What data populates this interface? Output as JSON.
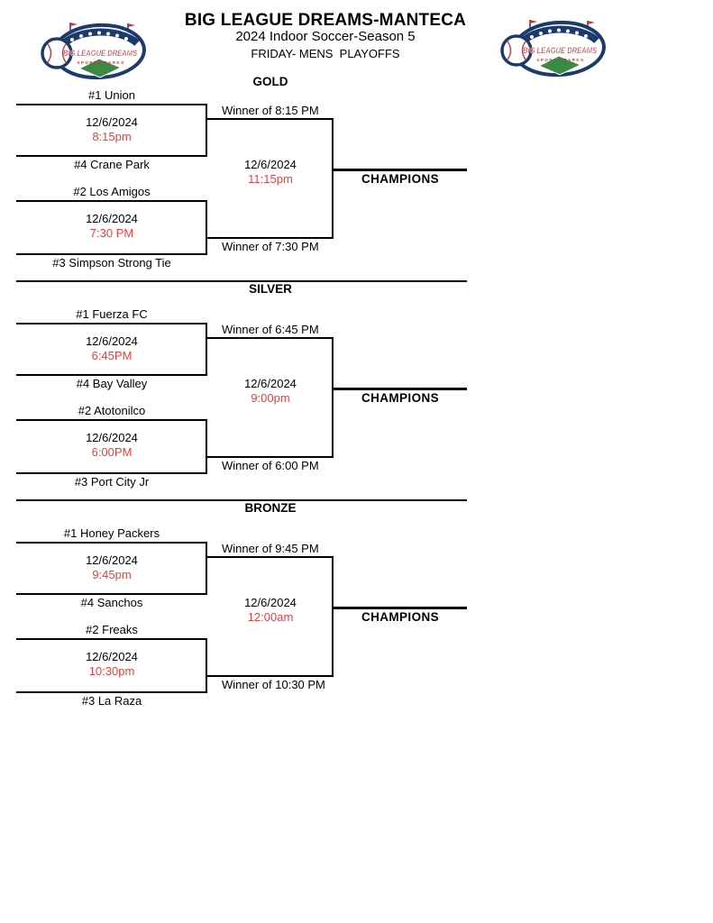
{
  "header": {
    "title": "BIG LEAGUE DREAMS-MANTECA",
    "subtitle": "2024 Indoor Soccer-Season 5",
    "subtitle2": "FRIDAY- MENS  PLAYOFFS",
    "logo": {
      "banner_text": "BIG LEAGUE DREAMS",
      "sub_text": "SPORTS PARKS"
    }
  },
  "colors": {
    "time_red": "#e8403d",
    "line_black": "#000000",
    "logo_navy": "#1d3a6d",
    "logo_red": "#c6373c",
    "logo_green": "#3a8a44"
  },
  "sections": [
    {
      "title": "GOLD",
      "matches": [
        {
          "team_top": "#1 Union",
          "team_bottom": "#4 Crane Park",
          "date": "12/6/2024",
          "time": "8:15pm"
        },
        {
          "team_top": "#2 Los Amigos",
          "team_bottom": "#3 Simpson Strong Tie",
          "date": "12/6/2024",
          "time": "7:30 PM"
        }
      ],
      "final": {
        "winner_top": "Winner of 8:15 PM",
        "winner_bottom": "Winner of 7:30 PM",
        "date": "12/6/2024",
        "time": "11:15pm"
      },
      "champion_label": "CHAMPIONS"
    },
    {
      "title": "SILVER",
      "matches": [
        {
          "team_top": "#1 Fuerza FC",
          "team_bottom": "#4 Bay Valley",
          "date": "12/6/2024",
          "time": "6:45PM"
        },
        {
          "team_top": "#2 Atotonilco",
          "team_bottom": "#3 Port City Jr",
          "date": "12/6/2024",
          "time": "6:00PM"
        }
      ],
      "final": {
        "winner_top": "Winner of 6:45 PM",
        "winner_bottom": "Winner of 6:00 PM",
        "date": "12/6/2024",
        "time": "9:00pm"
      },
      "champion_label": "CHAMPIONS"
    },
    {
      "title": "BRONZE",
      "matches": [
        {
          "team_top": "#1 Honey Packers",
          "team_bottom": "#4 Sanchos",
          "date": "12/6/2024",
          "time": "9:45pm"
        },
        {
          "team_top": "#2 Freaks",
          "team_bottom": "#3 La Raza",
          "date": "12/6/2024",
          "time": "10:30pm"
        }
      ],
      "final": {
        "winner_top": "Winner of 9:45 PM",
        "winner_bottom": "Winner of 10:30 PM",
        "date": "12/6/2024",
        "time": "12:00am"
      },
      "champion_label": "CHAMPIONS"
    }
  ]
}
